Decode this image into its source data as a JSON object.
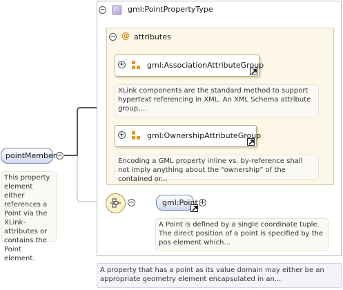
{
  "type": {
    "name": "gml:PointPropertyType",
    "collapse_symbol": "⊖",
    "annotation": "A property that has a point as its value domain may either be an appropriate geometry element encapsulated in an..."
  },
  "attributes": {
    "marker": "@",
    "title": "attributes",
    "groups": [
      {
        "name": "gml:AssociationAttributeGroup",
        "annotation": "XLink components are the standard method to support hypertext referencing in XML. An XML Schema attribute group,..."
      },
      {
        "name": "gml:OwnershipAttributeGroup",
        "annotation": "Encoding a GML property inline vs. by-reference shall not imply anything about the “ownership” of the contained or..."
      }
    ]
  },
  "element": {
    "name": "pointMember",
    "annotation": "This property element either references a Point via the XLink-attributes or contains the Point element."
  },
  "child": {
    "name": "gml:Point",
    "annotation": "A Point is defined by a single coordinate tuple. The direct position of a point is specified by the pos element which..."
  },
  "symbols": {
    "minus": "−",
    "plus": "+"
  }
}
